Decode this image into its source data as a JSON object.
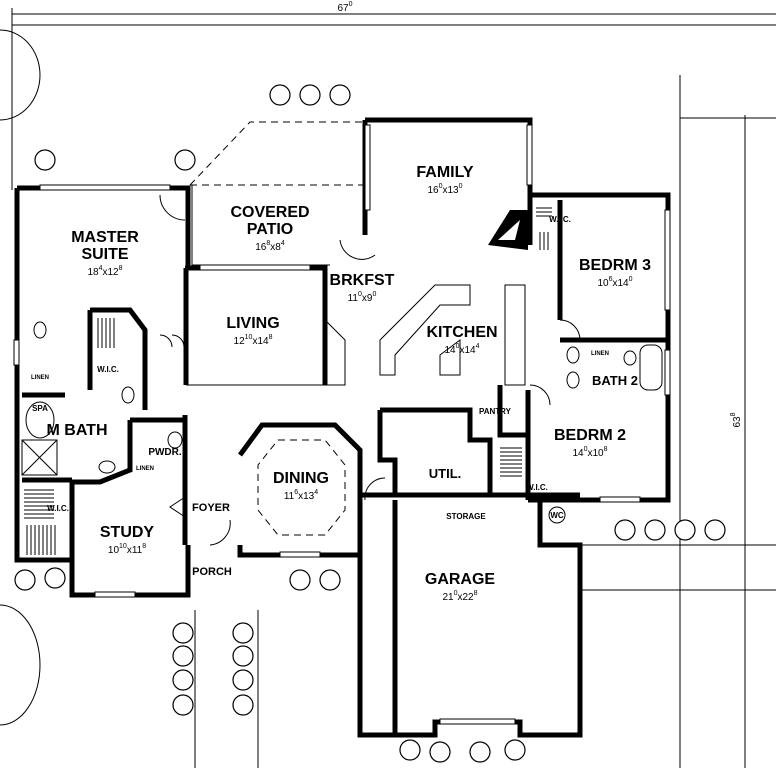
{
  "plan": {
    "overall_width": {
      "ft": "67",
      "in": "0"
    },
    "overall_depth": {
      "ft": "63",
      "in": "8"
    },
    "times": "x",
    "rooms": [
      {
        "name": [
          "MASTER",
          "SUITE"
        ],
        "dims": [
          "18",
          "4",
          "12",
          "8"
        ]
      },
      {
        "name": [
          "COVERED",
          "PATIO"
        ],
        "dims": [
          "16",
          "8",
          "8",
          "4"
        ]
      },
      {
        "name": [
          "FAMILY"
        ],
        "dims": [
          "16",
          "0",
          "13",
          "0"
        ]
      },
      {
        "name": [
          "BEDRM 3"
        ],
        "dims": [
          "10",
          "6",
          "14",
          "0"
        ]
      },
      {
        "name": [
          "BRKFST"
        ],
        "dims": [
          "11",
          "0",
          "9",
          "0"
        ]
      },
      {
        "name": [
          "KITCHEN"
        ],
        "dims": [
          "14",
          "0",
          "14",
          "4"
        ]
      },
      {
        "name": [
          "LIVING"
        ],
        "dims": [
          "12",
          "10",
          "14",
          "8"
        ]
      },
      {
        "name": [
          "BEDRM 2"
        ],
        "dims": [
          "14",
          "0",
          "10",
          "8"
        ]
      },
      {
        "name": [
          "DINING"
        ],
        "dims": [
          "11",
          "6",
          "13",
          "4"
        ]
      },
      {
        "name": [
          "STUDY"
        ],
        "dims": [
          "10",
          "10",
          "11",
          "8"
        ]
      },
      {
        "name": [
          "GARAGE"
        ],
        "dims": [
          "21",
          "0",
          "22",
          "8"
        ]
      }
    ],
    "labels": {
      "m_bath": "M BATH",
      "bath_2": "BATH 2",
      "pwdr": "PWDR.",
      "foyer": "FOYER",
      "porch": "PORCH",
      "util": "UTIL.",
      "pantry": "PANTRY",
      "storage": "STORAGE",
      "wc": "WC",
      "spa": "SPA",
      "wic": "W.I.C.",
      "linen": "LINEN"
    }
  }
}
